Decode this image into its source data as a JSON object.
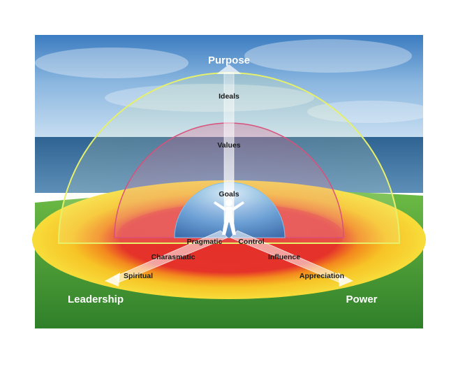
{
  "labels": {
    "purpose": "Purpose",
    "ideals": "Ideals",
    "values": "Values",
    "goals": "Goals",
    "pragmatic": "Pragmatic",
    "control": "Control",
    "charasmatic": "Charasmatic",
    "influence": "Influence",
    "spiritual": "Spiritual",
    "appreciation": "Appreciation",
    "leadership": "Leadership",
    "power": "Power"
  },
  "colors": {
    "sky_top": "#3f7fc0",
    "sea": "#3a6f9e",
    "grass": "#4fa23a",
    "outer_dome_stroke": "#e6f06a",
    "middle_dome_stroke": "#d9507a",
    "inner_dome": "#4e9ad8",
    "ring_yellow": "#f7d22a",
    "ring_orange": "#f39a1e",
    "ring_red": "#e5332a"
  }
}
